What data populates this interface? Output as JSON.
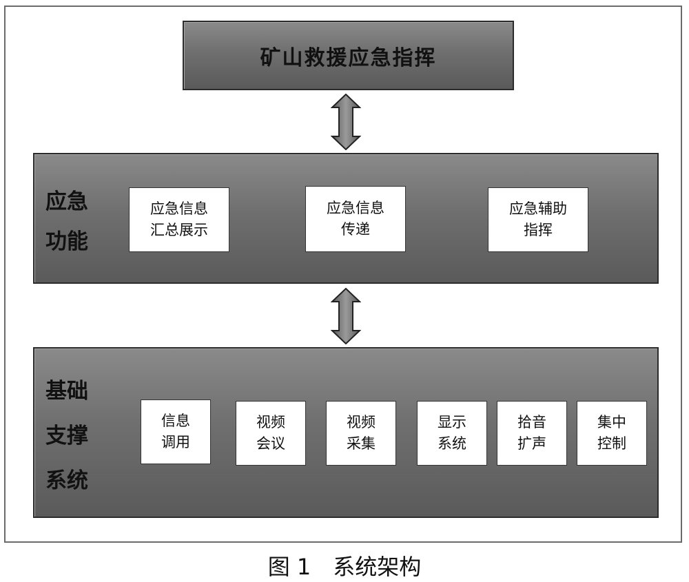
{
  "top": {
    "title": "矿山救援应急指挥"
  },
  "emergency": {
    "label_line1": "应急",
    "label_line2": "功能",
    "boxes": [
      {
        "line1": "应急信息",
        "line2": "汇总展示"
      },
      {
        "line1": "应急信息",
        "line2": "传递"
      },
      {
        "line1": "应急辅助",
        "line2": "指挥"
      }
    ]
  },
  "support": {
    "label_line1": "基础",
    "label_line2": "支撑",
    "label_line3": "系统",
    "boxes": [
      {
        "line1": "信息",
        "line2": "调用"
      },
      {
        "line1": "视频",
        "line2": "会议"
      },
      {
        "line1": "视频",
        "line2": "采集"
      },
      {
        "line1": "显示",
        "line2": "系统"
      },
      {
        "line1": "拾音",
        "line2": "扩声"
      },
      {
        "line1": "集中",
        "line2": "控制"
      }
    ]
  },
  "caption": "图 1　系统架构"
}
